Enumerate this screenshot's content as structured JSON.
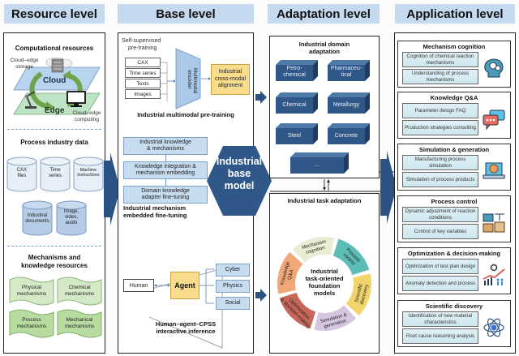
{
  "headers": {
    "resource": "Resource level",
    "base": "Base level",
    "adaptation": "Adaptation level",
    "application": "Application level"
  },
  "resource": {
    "computational": {
      "title": "Computational resources",
      "storage_label": "Cloud–edge storage",
      "storage_line1": "Cloud–edge",
      "storage_line2": "storage",
      "cloud_label": "Cloud",
      "edge_label": "Edge",
      "computing_line1": "Cloud–edge",
      "computing_line2": "computing"
    },
    "process_data": {
      "title": "Process industry data",
      "cylinders": [
        {
          "line1": "CAX",
          "line2": "files"
        },
        {
          "line1": "Time",
          "line2": "series"
        },
        {
          "line1": "Machine",
          "line2": "instructions"
        },
        {
          "line1": "Industrial",
          "line2": "documents"
        },
        {
          "line1": "Image,",
          "line2": "video,",
          "line3": "audio"
        }
      ]
    },
    "mechanisms": {
      "title_line1": "Mechanisms and",
      "title_line2": "knowledge resources",
      "items": [
        {
          "line1": "Physical",
          "line2": "mechanisms"
        },
        {
          "line1": "Chemical",
          "line2": "mechanisms"
        },
        {
          "line1": "Process",
          "line2": "mechanisms"
        },
        {
          "line1": "Mechanical",
          "line2": "mechanisms"
        }
      ]
    }
  },
  "base": {
    "pretraining": {
      "ssl_line1": "Self-supervised",
      "ssl_line2": "pre-training",
      "inputs": [
        "CAX",
        "Time series",
        "Texts",
        "Images"
      ],
      "encoder": "Multimodal encoder",
      "alignment_line1": "Industrial",
      "alignment_line2": "cross-modal",
      "alignment_line3": "alignment",
      "caption": "Industrial multimodal pre-training"
    },
    "finetuning": {
      "steps": [
        {
          "line1": "Industrial knowledge",
          "line2": "& mechanisms"
        },
        {
          "line1": "Knowledge integration &",
          "line2": "mechanism embedding"
        },
        {
          "line1": "Domain knowledge",
          "line2": "adapter fine-tuning"
        }
      ],
      "caption_line1": "Industrial mechanism",
      "caption_line2": "embedded fine-tuning"
    },
    "core_model": {
      "line1": "Industrial",
      "line2": "base",
      "line3": "model"
    },
    "inference": {
      "human": "Human",
      "agent": "Agent",
      "targets": [
        "Cyber",
        "Physics",
        "Social"
      ],
      "caption_line1": "Human–agent–CPSS",
      "caption_line2": "interactive inference"
    }
  },
  "adaptation": {
    "domain": {
      "title_line1": "Industrial domain",
      "title_line2": "adaptation",
      "domains": [
        {
          "line1": "Petro-",
          "line2": "chemical"
        },
        {
          "line1": "Pharmaceu-",
          "line2": "tical"
        },
        {
          "line1": "Chemical",
          "line2": ""
        },
        {
          "line1": "Metallurgy",
          "line2": ""
        },
        {
          "line1": "Steel",
          "line2": ""
        },
        {
          "line1": "Concrete",
          "line2": ""
        },
        {
          "line1": "...",
          "line2": ""
        }
      ]
    },
    "task": {
      "title": "Industrial task adaptation",
      "center_line1": "Industrial",
      "center_line2": "task-oriented",
      "center_line3": "foundation",
      "center_line4": "models",
      "segments": [
        {
          "label_line1": "Mechanism",
          "label_line2": "cognition",
          "color": "#e9edd3"
        },
        {
          "label_line1": "Process",
          "label_line2": "control",
          "color": "#5bbdb6"
        },
        {
          "label_line1": "Scientific",
          "label_line2": "discovery",
          "color": "#f2d46d"
        },
        {
          "label_line1": "Simulation &",
          "label_line2": "generation",
          "color": "#d7c6e0"
        },
        {
          "label_line1": "Optimization",
          "label_line2": "& decision-making",
          "color": "#c7675a"
        },
        {
          "label_line1": "Knowledge",
          "label_line2": "Q&A",
          "color": "#f1a878"
        }
      ]
    }
  },
  "application": {
    "groups": [
      {
        "title": "Mechanism cognition",
        "icon": "brain-gears-icon",
        "items": [
          "Cognition of chemical reaction mechanisms",
          "Understanding of process mechanisms"
        ]
      },
      {
        "title": "Knowledge Q&A",
        "icon": "chat-bubbles-icon",
        "items": [
          "Parameter design FAQ",
          "Production strategies consulting"
        ]
      },
      {
        "title": "Simulation & generation",
        "icon": "laptop-molecule-icon",
        "items": [
          "Manufacturing process simulation",
          "Simulation of process products"
        ]
      },
      {
        "title": "Process control",
        "icon": "factory-control-icon",
        "items": [
          "Dynamic adjustment of reaction conditions",
          "Control of key variables"
        ]
      },
      {
        "title": "Optimization & decision-making",
        "icon": "growth-chart-icon",
        "items": [
          "Optimization of test plan design",
          "Anomaly detection and process"
        ]
      },
      {
        "title": "Scientific discovery",
        "icon": "atom-icon",
        "items": [
          "Identification of new material characteristics",
          "Root cause reasoning analysis"
        ]
      }
    ]
  },
  "colors": {
    "header_bg": "#c5daef",
    "dark_blue": "#2a5282",
    "light_blue": "#c8dcf0",
    "yellow": "#f9dc8c",
    "green": "#b8dca0"
  }
}
